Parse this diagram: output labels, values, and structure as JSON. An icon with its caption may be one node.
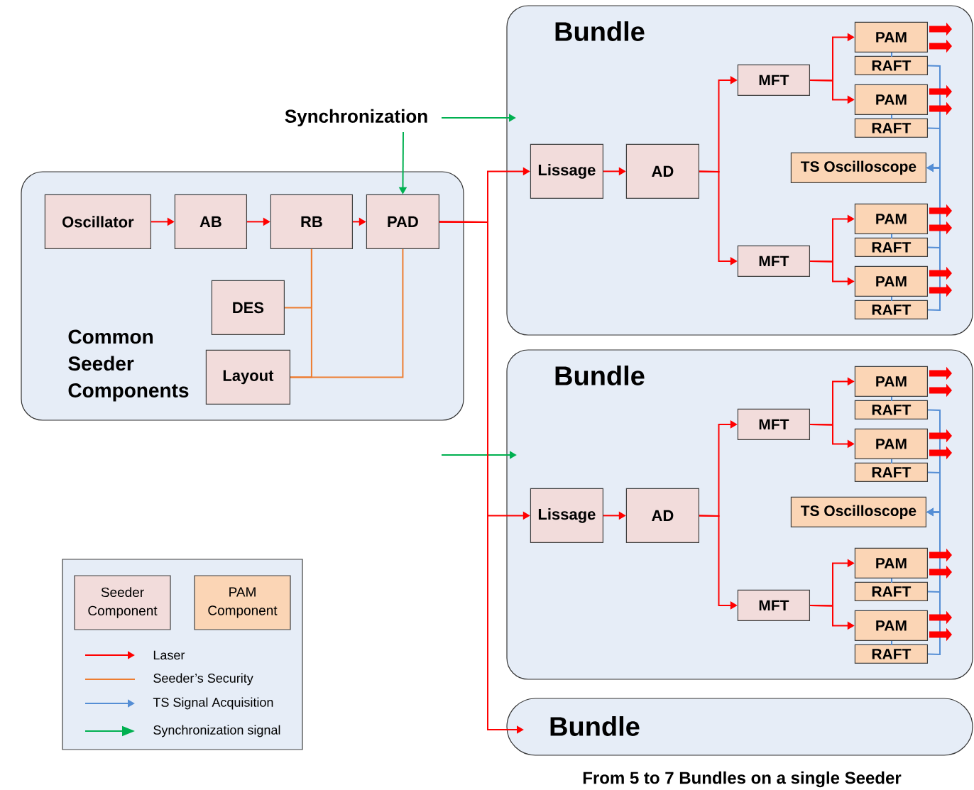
{
  "diagram": {
    "caption": "From 5 to 7 Bundles on a single Seeder",
    "nodes": [
      {
        "text": [
          "Common Seeder Components"
        ]
      },
      {
        "text": [
          "Oscillator"
        ],
        "in": 0
      },
      {
        "text": [
          "AB"
        ],
        "in": 0
      },
      {
        "text": [
          "RB"
        ],
        "in": 0
      },
      {
        "text": [
          "PAD"
        ],
        "in": 0
      },
      {
        "text": [
          "DES"
        ],
        "in": 0
      },
      {
        "text": [
          "Layout"
        ],
        "in": 0
      },
      {
        "text": [
          "Synchronization"
        ]
      },
      {
        "text": [
          "Bundle"
        ]
      },
      {
        "text": [
          "Lissage"
        ],
        "in": 8
      },
      {
        "text": [
          "AD"
        ],
        "in": 8
      },
      {
        "text": [
          "MFT"
        ],
        "in": 8
      },
      {
        "text": [
          "PAM"
        ],
        "in": 8
      },
      {
        "text": [
          "RAFT"
        ],
        "in": 8
      },
      {
        "text": [
          "PAM"
        ],
        "in": 8
      },
      {
        "text": [
          "RAFT"
        ],
        "in": 8
      },
      {
        "text": [
          "TS Oscilloscope"
        ],
        "in": 8
      },
      {
        "text": [
          "MFT"
        ],
        "in": 8
      },
      {
        "text": [
          "PAM"
        ],
        "in": 8
      },
      {
        "text": [
          "RAFT"
        ],
        "in": 8
      },
      {
        "text": [
          "PAM"
        ],
        "in": 8
      },
      {
        "text": [
          "RAFT"
        ],
        "in": 8
      },
      {
        "text": [
          "Bundle"
        ]
      },
      {
        "text": [
          "Lissage"
        ],
        "in": 22
      },
      {
        "text": [
          "AD"
        ],
        "in": 22
      },
      {
        "text": [
          "MFT"
        ],
        "in": 22
      },
      {
        "text": [
          "PAM"
        ],
        "in": 22
      },
      {
        "text": [
          "RAFT"
        ],
        "in": 22
      },
      {
        "text": [
          "PAM"
        ],
        "in": 22
      },
      {
        "text": [
          "RAFT"
        ],
        "in": 22
      },
      {
        "text": [
          "TS Oscilloscope"
        ],
        "in": 22
      },
      {
        "text": [
          "MFT"
        ],
        "in": 22
      },
      {
        "text": [
          "PAM"
        ],
        "in": 22
      },
      {
        "text": [
          "RAFT"
        ],
        "in": 22
      },
      {
        "text": [
          "PAM"
        ],
        "in": 22
      },
      {
        "text": [
          "RAFT"
        ],
        "in": 22
      },
      {
        "text": [
          "Bundle"
        ]
      }
    ],
    "edges": [
      {
        "from": 1,
        "to": 2,
        "arrow": "to"
      },
      {
        "from": 2,
        "to": 3,
        "arrow": "to"
      },
      {
        "from": 3,
        "to": 4,
        "arrow": "to"
      },
      {
        "from": 5,
        "to": 3,
        "arrow": "none",
        "color": "#ed7d31"
      },
      {
        "from": 6,
        "to": 3,
        "arrow": "none",
        "color": "#ed7d31"
      },
      {
        "from": 6,
        "to": 4,
        "arrow": "none",
        "color": "#ed7d31"
      },
      {
        "from": 7,
        "to": 4,
        "arrow": "to",
        "color": "#00b050"
      },
      {
        "from": 7,
        "to": 8,
        "arrow": "to",
        "color": "#00b050"
      },
      {
        "from": null,
        "to": 22,
        "arrow": "to",
        "color": "#00b050"
      },
      {
        "from": 4,
        "to": 9,
        "arrow": "to"
      },
      {
        "from": 4,
        "to": 23,
        "arrow": "to"
      },
      {
        "from": 4,
        "to": 36,
        "arrow": "to"
      },
      {
        "from": 9,
        "to": 10,
        "arrow": "to"
      },
      {
        "from": 10,
        "to": 11,
        "arrow": "to"
      },
      {
        "from": 10,
        "to": 17,
        "arrow": "to"
      },
      {
        "from": 11,
        "to": 12,
        "arrow": "to"
      },
      {
        "from": 11,
        "to": 14,
        "arrow": "to"
      },
      {
        "from": 17,
        "to": 18,
        "arrow": "to"
      },
      {
        "from": 17,
        "to": 20,
        "arrow": "to"
      },
      {
        "from": 12,
        "to": 13,
        "arrow": "none",
        "color": "#558ed5"
      },
      {
        "from": 14,
        "to": 15,
        "arrow": "none",
        "color": "#558ed5"
      },
      {
        "from": 18,
        "to": 19,
        "arrow": "none",
        "color": "#558ed5"
      },
      {
        "from": 20,
        "to": 21,
        "arrow": "none",
        "color": "#558ed5"
      },
      {
        "from": 13,
        "to": 16,
        "arrow": "to",
        "color": "#558ed5"
      },
      {
        "from": 15,
        "to": 16,
        "arrow": "to",
        "color": "#558ed5"
      },
      {
        "from": 19,
        "to": 16,
        "arrow": "to",
        "color": "#558ed5"
      },
      {
        "from": 21,
        "to": 16,
        "arrow": "to",
        "color": "#558ed5"
      },
      {
        "from": 12,
        "to": null,
        "arrow": "to",
        "style": "thick"
      },
      {
        "from": 12,
        "to": null,
        "arrow": "to",
        "style": "thick"
      },
      {
        "from": 14,
        "to": null,
        "arrow": "to",
        "style": "thick"
      },
      {
        "from": 14,
        "to": null,
        "arrow": "to",
        "style": "thick"
      },
      {
        "from": 18,
        "to": null,
        "arrow": "to",
        "style": "thick"
      },
      {
        "from": 18,
        "to": null,
        "arrow": "to",
        "style": "thick"
      },
      {
        "from": 20,
        "to": null,
        "arrow": "to",
        "style": "thick"
      },
      {
        "from": 20,
        "to": null,
        "arrow": "to",
        "style": "thick"
      },
      {
        "from": 23,
        "to": 24,
        "arrow": "to"
      },
      {
        "from": 24,
        "to": 25,
        "arrow": "to"
      },
      {
        "from": 24,
        "to": 31,
        "arrow": "to"
      },
      {
        "from": 25,
        "to": 26,
        "arrow": "to"
      },
      {
        "from": 25,
        "to": 28,
        "arrow": "to"
      },
      {
        "from": 31,
        "to": 32,
        "arrow": "to"
      },
      {
        "from": 31,
        "to": 34,
        "arrow": "to"
      },
      {
        "from": 26,
        "to": 27,
        "arrow": "none",
        "color": "#558ed5"
      },
      {
        "from": 28,
        "to": 29,
        "arrow": "none",
        "color": "#558ed5"
      },
      {
        "from": 32,
        "to": 33,
        "arrow": "none",
        "color": "#558ed5"
      },
      {
        "from": 34,
        "to": 35,
        "arrow": "none",
        "color": "#558ed5"
      },
      {
        "from": 27,
        "to": 30,
        "arrow": "to",
        "color": "#558ed5"
      },
      {
        "from": 29,
        "to": 30,
        "arrow": "to",
        "color": "#558ed5"
      },
      {
        "from": 33,
        "to": 30,
        "arrow": "to",
        "color": "#558ed5"
      },
      {
        "from": 35,
        "to": 30,
        "arrow": "to",
        "color": "#558ed5"
      },
      {
        "from": 26,
        "to": null,
        "arrow": "to",
        "style": "thick"
      },
      {
        "from": 26,
        "to": null,
        "arrow": "to",
        "style": "thick"
      },
      {
        "from": 28,
        "to": null,
        "arrow": "to",
        "style": "thick"
      },
      {
        "from": 28,
        "to": null,
        "arrow": "to",
        "style": "thick"
      },
      {
        "from": 32,
        "to": null,
        "arrow": "to",
        "style": "thick"
      },
      {
        "from": 32,
        "to": null,
        "arrow": "to",
        "style": "thick"
      },
      {
        "from": 34,
        "to": null,
        "arrow": "to",
        "style": "thick"
      },
      {
        "from": 34,
        "to": null,
        "arrow": "to",
        "style": "thick"
      }
    ],
    "legend": [
      {
        "text": "Seeder Component",
        "color": "#f2dcdb"
      },
      {
        "text": "PAM Component",
        "color": "#fbd5b5"
      },
      {
        "text": "Laser"
      },
      {
        "text": "Seeder’s Security"
      },
      {
        "text": "TS Signal Acquisition"
      },
      {
        "text": "Synchronization signal"
      }
    ]
  }
}
